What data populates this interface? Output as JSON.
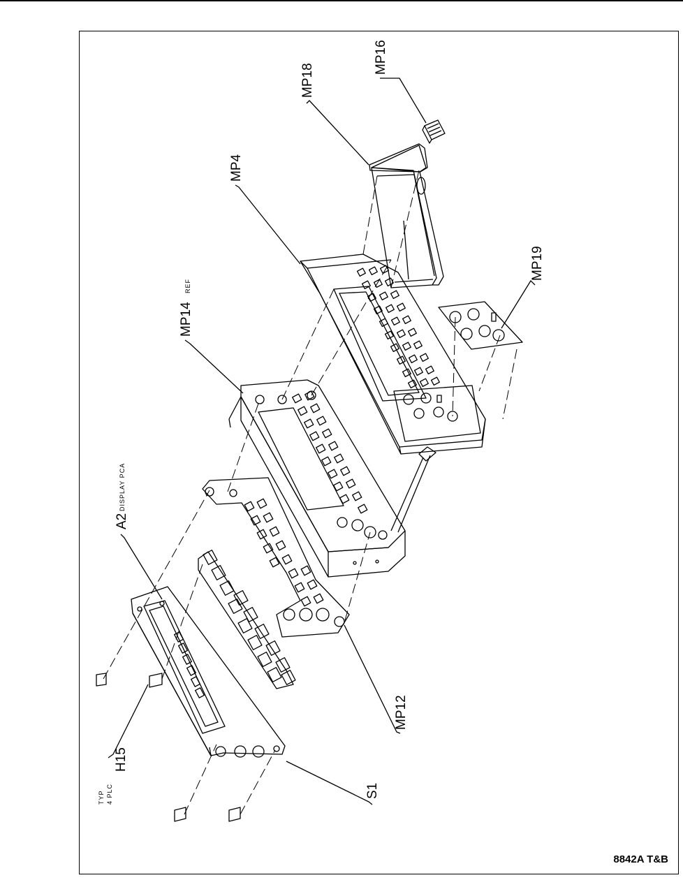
{
  "labels": {
    "mp16": "MP16",
    "mp18": "MP18",
    "mp4": "MP4",
    "mp19": "MP19",
    "mp14": "MP14",
    "mp14_note": "REF",
    "a2": "A2",
    "a2_note": "DISPLAY PCA",
    "h15": "H15",
    "h15_note_1": "TYP",
    "h15_note_2": "4 PLC",
    "s1": "S1",
    "mp12": "MP12"
  },
  "figure_code": "8842A T&B"
}
